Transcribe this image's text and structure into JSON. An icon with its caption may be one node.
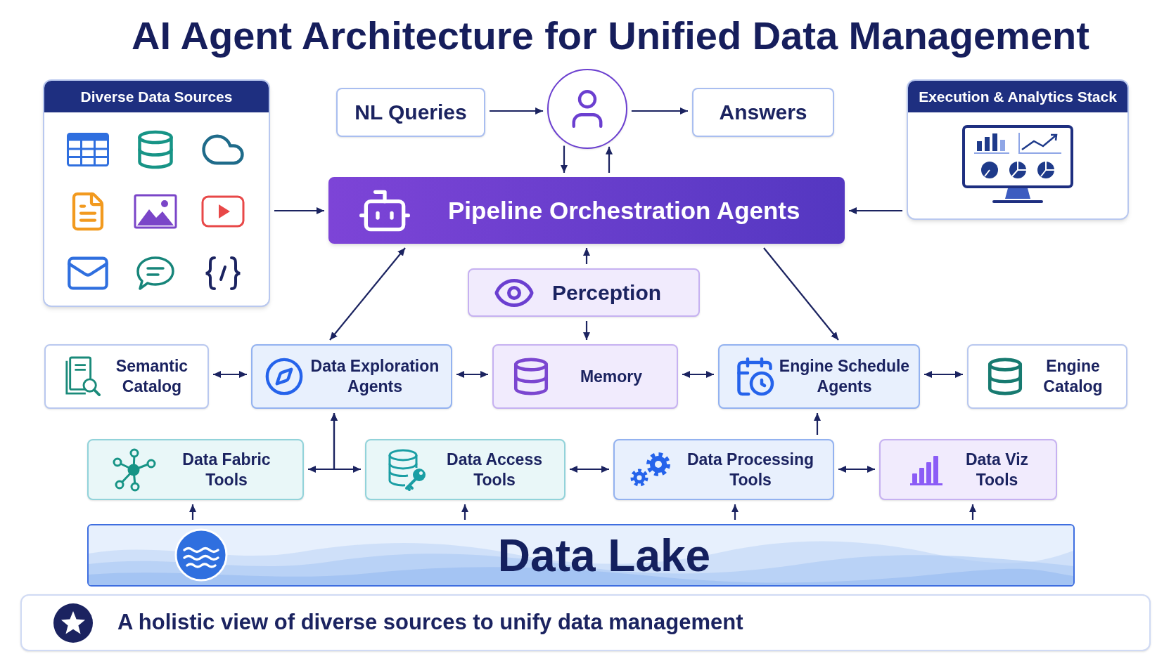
{
  "diagram": {
    "title": "AI Agent Architecture for Unified Data Management",
    "nodes": [
      {
        "text": [
          "Diverse Data Sources"
        ]
      },
      {
        "text": [
          "NL Queries"
        ]
      },
      {
        "text": [],
        "shape": "person"
      },
      {
        "text": [
          "Answers"
        ]
      },
      {
        "text": [
          "Execution & Analytics Stack"
        ]
      },
      {
        "text": [
          "Pipeline Orchestration Agents"
        ]
      },
      {
        "text": [
          "Perception"
        ]
      },
      {
        "text": [
          "Semantic Catalog"
        ]
      },
      {
        "text": [
          "Data Exploration Agents"
        ]
      },
      {
        "text": [
          "Memory"
        ]
      },
      {
        "text": [
          "Engine Schedule Agents"
        ]
      },
      {
        "text": [
          "Engine Catalog"
        ]
      },
      {
        "text": [
          "Data Fabric Tools"
        ]
      },
      {
        "text": [
          "Data Access Tools"
        ]
      },
      {
        "text": [
          "Data Processing Tools"
        ]
      },
      {
        "text": [
          "Data Viz Tools"
        ]
      },
      {
        "text": [
          "Data Lake"
        ]
      },
      {
        "text": [
          "A holistic view of diverse sources to unify data management"
        ]
      }
    ],
    "edges": [
      {
        "from": 0,
        "to": 5,
        "arrow": "to"
      },
      {
        "from": 1,
        "to": 2,
        "arrow": "to"
      },
      {
        "from": 2,
        "to": 3,
        "arrow": "to"
      },
      {
        "from": 2,
        "to": 5,
        "arrow": "to"
      },
      {
        "from": 5,
        "to": 2,
        "arrow": "to"
      },
      {
        "from": 4,
        "to": 5,
        "arrow": "to"
      },
      {
        "from": 6,
        "to": 5,
        "arrow": "to"
      },
      {
        "from": 6,
        "to": 9,
        "arrow": "to"
      },
      {
        "from": 5,
        "to": 8,
        "arrow": "both"
      },
      {
        "from": 5,
        "to": 10,
        "arrow": "to"
      },
      {
        "from": 7,
        "to": 8,
        "arrow": "both"
      },
      {
        "from": 8,
        "to": 9,
        "arrow": "both"
      },
      {
        "from": 9,
        "to": 10,
        "arrow": "both"
      },
      {
        "from": 10,
        "to": 11,
        "arrow": "both"
      },
      {
        "from": 12,
        "to": 13,
        "arrow": "both"
      },
      {
        "from": 12,
        "to": 8,
        "arrow": "to"
      },
      {
        "from": 13,
        "to": 8,
        "arrow": "to"
      },
      {
        "from": 13,
        "to": 14,
        "arrow": "both"
      },
      {
        "from": 14,
        "to": 15,
        "arrow": "both"
      },
      {
        "from": 14,
        "to": 10,
        "arrow": "to"
      },
      {
        "from": 16,
        "to": 12,
        "arrow": "to"
      },
      {
        "from": 16,
        "to": 13,
        "arrow": "to"
      },
      {
        "from": 16,
        "to": 14,
        "arrow": "to"
      },
      {
        "from": 16,
        "to": 15,
        "arrow": "to"
      }
    ]
  }
}
